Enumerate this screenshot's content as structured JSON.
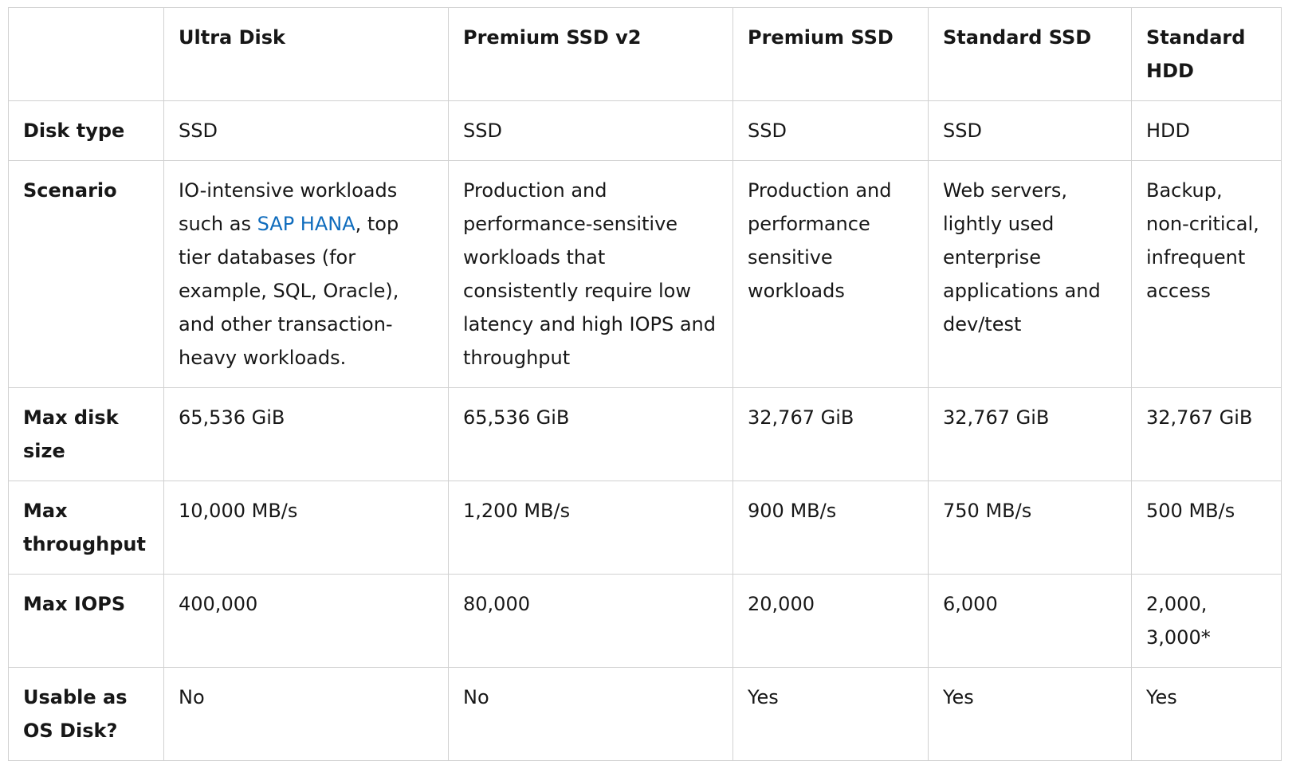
{
  "columns": [
    "",
    "Ultra Disk",
    "Premium SSD v2",
    "Premium SSD",
    "Standard SSD",
    "Standard HDD"
  ],
  "rows": [
    {
      "label": "Disk type",
      "cells": [
        "SSD",
        "SSD",
        "SSD",
        "SSD",
        "HDD"
      ]
    },
    {
      "label": "Scenario",
      "cells": [
        {
          "before": "IO-intensive workloads such as ",
          "link": "SAP HANA",
          "after": ", top tier databases (for example, SQL, Oracle), and other transaction-heavy workloads."
        },
        "Production and performance-sensitive workloads that consistently require low latency and high IOPS and throughput",
        "Production and performance sensitive workloads",
        "Web servers, lightly used enterprise applications and dev/test",
        "Backup, non-critical, infrequent access"
      ]
    },
    {
      "label": "Max disk size",
      "cells": [
        "65,536 GiB",
        "65,536 GiB",
        "32,767 GiB",
        "32,767 GiB",
        "32,767 GiB"
      ]
    },
    {
      "label": "Max throughput",
      "cells": [
        "10,000 MB/s",
        "1,200 MB/s",
        "900 MB/s",
        "750 MB/s",
        "500 MB/s"
      ]
    },
    {
      "label": "Max IOPS",
      "cells": [
        "400,000",
        "80,000",
        "20,000",
        "6,000",
        "2,000, 3,000*"
      ]
    },
    {
      "label": "Usable as OS Disk?",
      "cells": [
        "No",
        "No",
        "Yes",
        "Yes",
        "Yes"
      ]
    }
  ]
}
